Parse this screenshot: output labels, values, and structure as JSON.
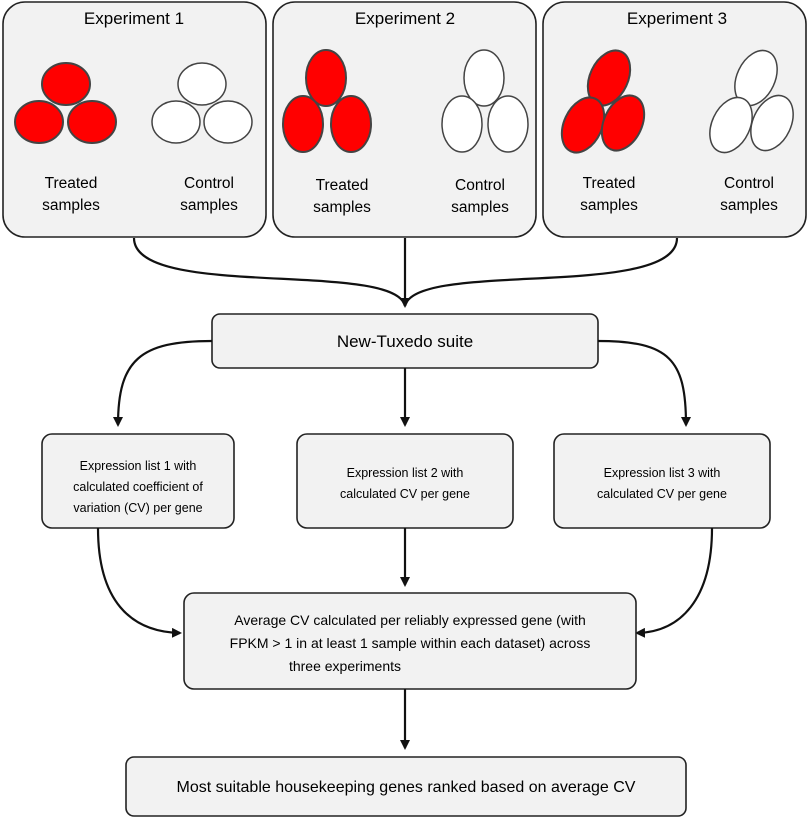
{
  "experiments": [
    {
      "title": "Experiment 1",
      "treated_label": [
        "Treated",
        "samples"
      ],
      "control_label": [
        "Control",
        "samples"
      ]
    },
    {
      "title": "Experiment 2",
      "treated_label": [
        "Treated",
        "samples"
      ],
      "control_label": [
        "Control",
        "samples"
      ]
    },
    {
      "title": "Experiment 3",
      "treated_label": [
        "Treated",
        "samples"
      ],
      "control_label": [
        "Control",
        "samples"
      ]
    }
  ],
  "suite": {
    "label": "New-Tuxedo suite"
  },
  "expression_lists": [
    {
      "lines": [
        "Expression list 1 with",
        "calculated coefficient of",
        "variation (CV) per gene"
      ]
    },
    {
      "lines": [
        "Expression list 2 with",
        "calculated CV per gene"
      ]
    },
    {
      "lines": [
        "Expression list 3 with",
        "calculated CV per gene"
      ]
    }
  ],
  "average": {
    "lines": [
      "Average CV calculated per reliably expressed gene (with",
      "FPKM > 1 in at least 1 sample within each dataset) across",
      "three experiments"
    ]
  },
  "ranking": {
    "label": "Most suitable housekeeping genes ranked based on average CV"
  },
  "colors": {
    "treated_fill": "#ff0000",
    "box_fill": "#f2f2f2",
    "stroke": "#1a1a1a"
  }
}
